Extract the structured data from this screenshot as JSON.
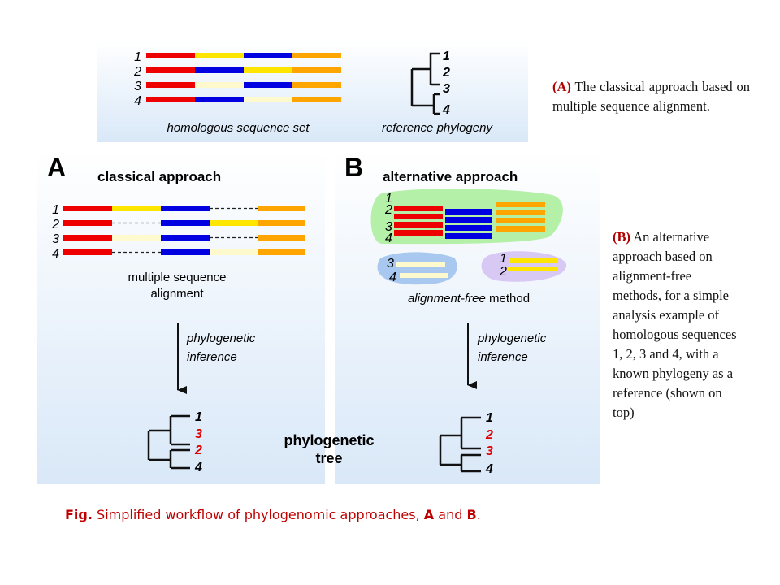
{
  "reference": {
    "seq_labels": [
      "1",
      "2",
      "3",
      "4"
    ],
    "seq_set_label": "homologous sequence set",
    "phylogeny_label": "reference phylogeny",
    "tree_labels": [
      "1",
      "2",
      "3",
      "4"
    ]
  },
  "panel_a": {
    "letter": "A",
    "title": "classical approach",
    "seq_labels": [
      "1",
      "2",
      "3",
      "4"
    ],
    "alignment_label_1": "multiple sequence",
    "alignment_label_2": "alignment",
    "arrow_label_1": "phylogenetic",
    "arrow_label_2": "inference",
    "tree_labels": [
      "1",
      "3",
      "2",
      "4"
    ]
  },
  "panel_b": {
    "letter": "B",
    "title": "alternative approach",
    "green_labels": [
      "1",
      "2",
      "3",
      "4"
    ],
    "blue_labels": [
      "3",
      "4"
    ],
    "purple_labels": [
      "1",
      "2"
    ],
    "method_italic": "alignment-free",
    "method_rest": "method",
    "arrow_label_1": "phylogenetic",
    "arrow_label_2": "inference",
    "tree_labels": [
      "1",
      "2",
      "3",
      "4"
    ]
  },
  "center_label_1": "phylogenetic",
  "center_label_2": "tree",
  "descriptions": {
    "a_tag": "(A)",
    "a_text": "The classical approach based on multiple sequence alignment.",
    "b_tag": "(B)",
    "b_text": "An alternative approach based on alignment-free methods, for a simple analysis example of homologous sequences 1, 2, 3 and 4, with a known phylogeny as a reference (shown on top)"
  },
  "caption": {
    "prefix": "Fig.",
    "text": "Simplified workflow of phylogenomic approaches,",
    "a": "A",
    "and": "and",
    "b": "B",
    "end": "."
  },
  "colors": {
    "red": "#ee0000",
    "yellow": "#ffe600",
    "blue": "#0000e0",
    "orange": "#ffa500",
    "cream": "#fffacd",
    "highlight": "#e00000"
  }
}
